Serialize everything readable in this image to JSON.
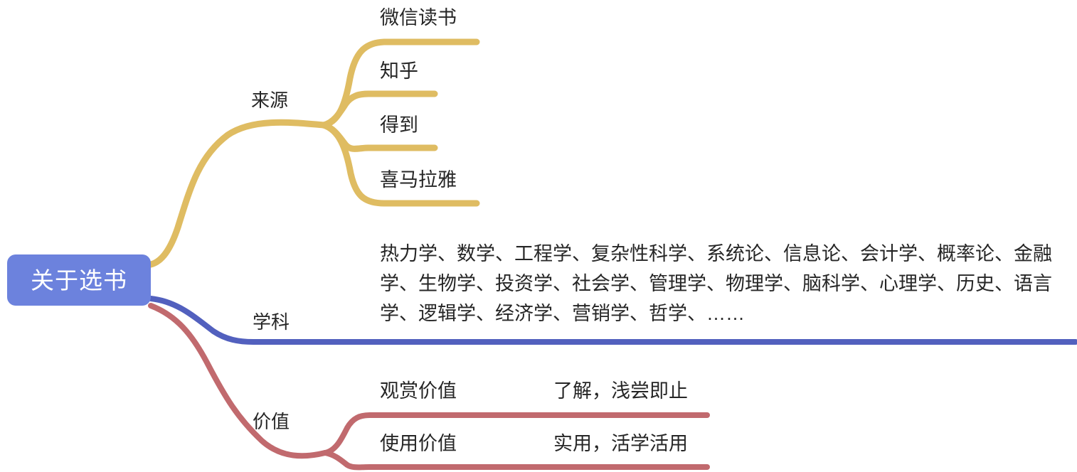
{
  "title": "关于选书",
  "colors": {
    "root_fill": "#6C82DD",
    "root_text": "#ffffff",
    "branch_source": "#DFBC62",
    "branch_subject": "#5260BE",
    "branch_value": "#C16A6E",
    "text": "#262626",
    "background": "#ffffff"
  },
  "root": {
    "label": "关于选书"
  },
  "branches": [
    {
      "id": "source",
      "label": "来源",
      "color": "#DFBC62",
      "children": [
        {
          "label": "微信读书"
        },
        {
          "label": "知乎"
        },
        {
          "label": "得到"
        },
        {
          "label": "喜马拉雅"
        }
      ]
    },
    {
      "id": "subject",
      "label": "学科",
      "color": "#5260BE",
      "note": "热力学、数学、工程学、复杂性科学、系统论、信息论、会计学、概率论、金融学、生物学、投资学、社会学、管理学、物理学、脑科学、心理学、历史、语言学、逻辑学、经济学、营销学、哲学、……"
    },
    {
      "id": "value",
      "label": "价值",
      "color": "#C16A6E",
      "children": [
        {
          "label": "观赏价值",
          "detail": "了解，浅尝即止"
        },
        {
          "label": "使用价值",
          "detail": "实用，活学活用"
        }
      ]
    }
  ]
}
